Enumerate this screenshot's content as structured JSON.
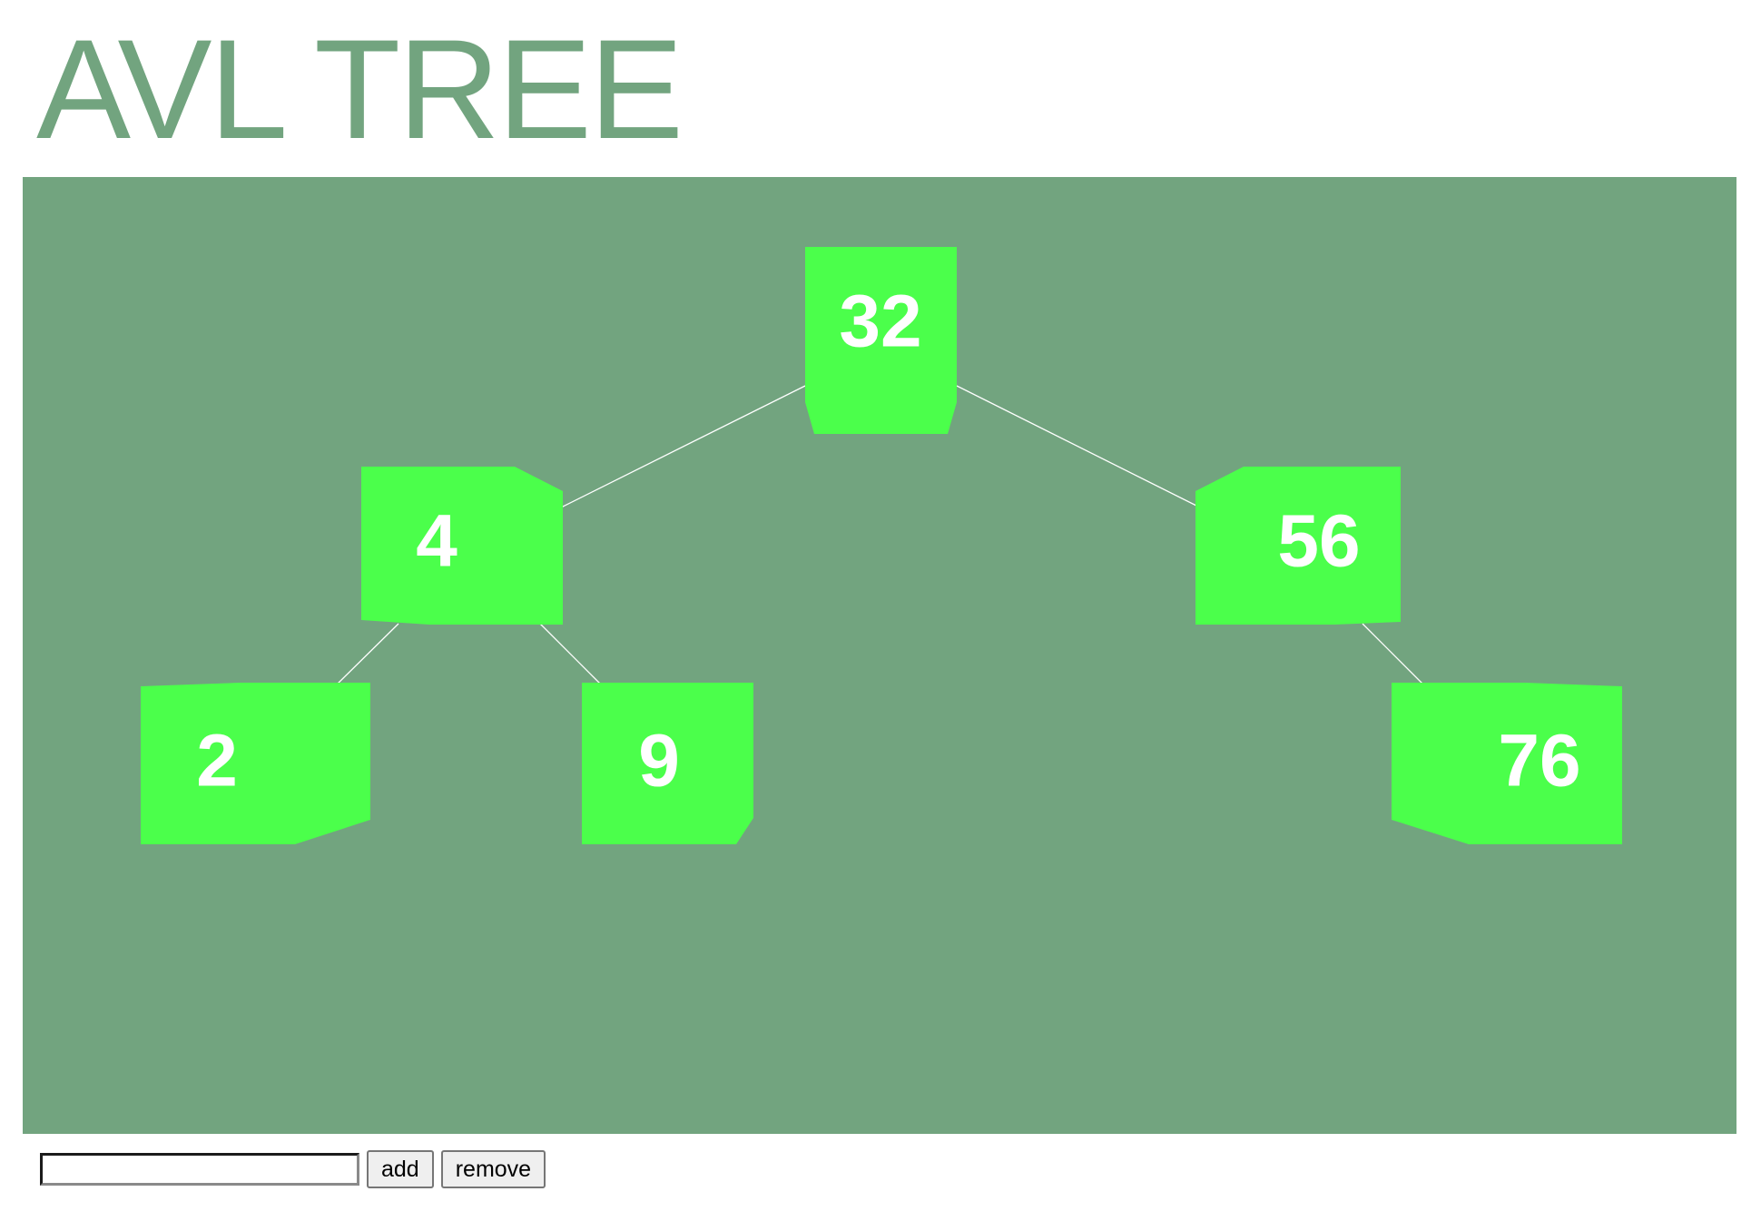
{
  "page": {
    "title": "AVL TREE"
  },
  "colors": {
    "title": "#72a47f",
    "canvas_background": "#72a47f",
    "node_fill": "#4bff4b",
    "node_text": "#ffffff",
    "edge": "#ffffff"
  },
  "tree": {
    "root": "32",
    "nodes": [
      {
        "id": "n32",
        "label": "32",
        "left": "n4",
        "right": "n56"
      },
      {
        "id": "n4",
        "label": "4",
        "left": "n2",
        "right": "n9"
      },
      {
        "id": "n56",
        "label": "56",
        "left": null,
        "right": "n76"
      },
      {
        "id": "n2",
        "label": "2",
        "left": null,
        "right": null
      },
      {
        "id": "n9",
        "label": "9",
        "left": null,
        "right": null
      },
      {
        "id": "n76",
        "label": "76",
        "left": null,
        "right": null
      }
    ]
  },
  "controls": {
    "input_value": "",
    "add_label": "add",
    "remove_label": "remove"
  }
}
